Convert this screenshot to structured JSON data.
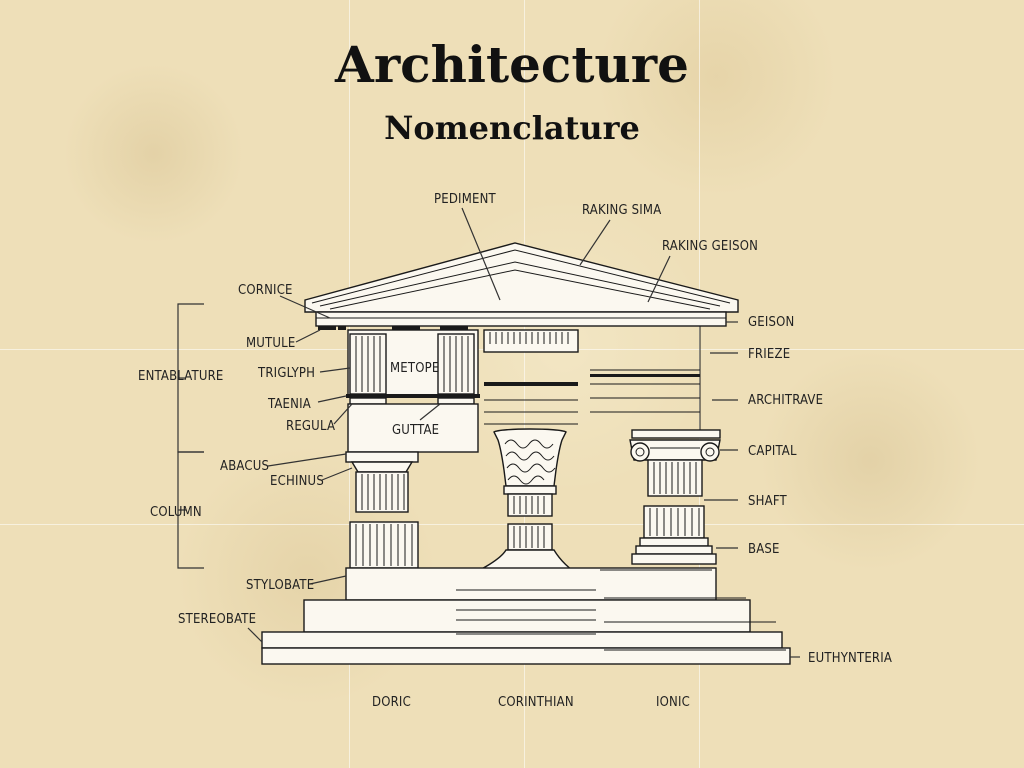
{
  "title": "Architecture",
  "subtitle": "Nomenclature",
  "labels": {
    "pediment": "PEDIMENT",
    "raking_sima": "RAKING SIMA",
    "raking_geison": "RAKING GEISON",
    "cornice": "CORNICE",
    "geison": "GEISON",
    "mutule": "MUTULE",
    "frieze": "FRIEZE",
    "entablature": "ENTABLATURE",
    "triglyph": "TRIGLYPH",
    "metope": "METOPE",
    "architrave": "ARCHITRAVE",
    "taenia": "TAENIA",
    "regula": "REGULA",
    "guttae": "GUTTAE",
    "capital": "CAPITAL",
    "abacus": "ABACUS",
    "echinus": "ECHINUS",
    "shaft": "SHAFT",
    "column": "COLUMN",
    "base": "BASE",
    "stylobate": "STYLOBATE",
    "stereobate": "STEREOBATE",
    "euthynteria": "EUTHYNTERIA",
    "doric": "DORIC",
    "corinthian": "CORINTHIAN",
    "ionic": "IONIC"
  }
}
